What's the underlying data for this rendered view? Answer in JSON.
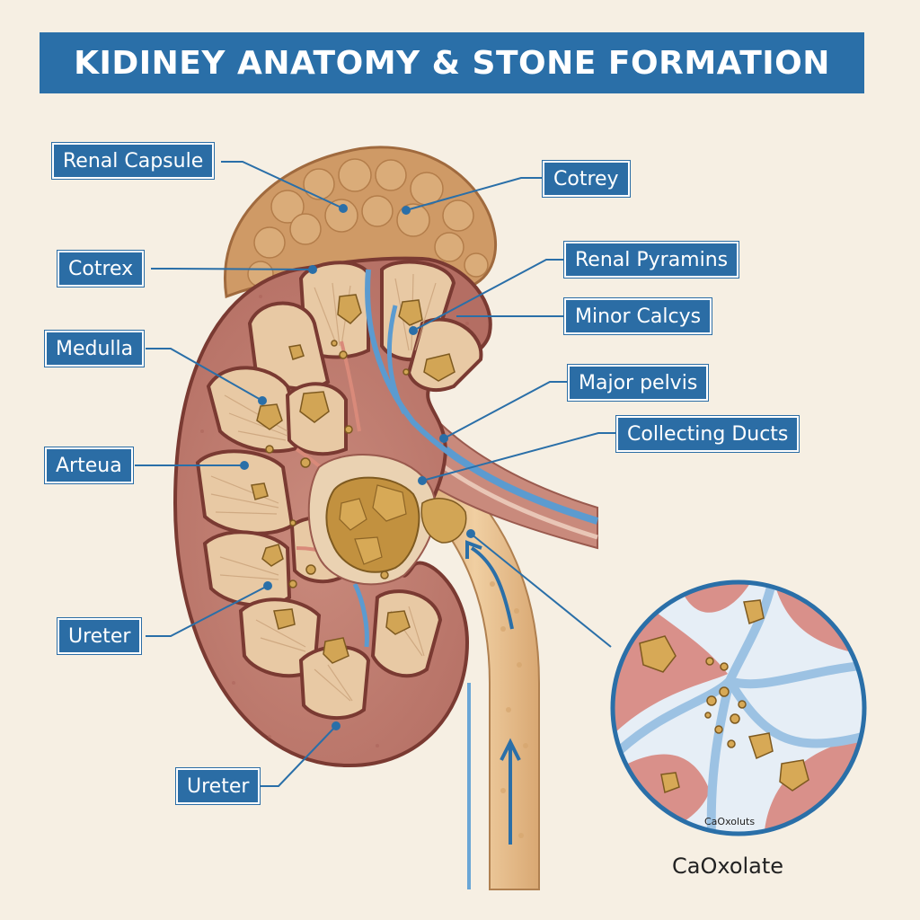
{
  "title": "KIDINEY ANATOMY & STONE FORMATION",
  "labels": {
    "renal_capsule": "Renal Capsule",
    "cotrey": "Cotrey",
    "cotrex": "Cotrex",
    "renal_pyramins": "Renal Pyramins",
    "minor_calcys": "Minor Calcys",
    "medulla": "Medulla",
    "major_pelvis": "Major pelvis",
    "collecting_ducts": "Collecting Ducts",
    "arteua": "Arteua",
    "ureter_upper": "Ureter",
    "ureter_lower": "Ureter"
  },
  "inset": {
    "small_label": "CaOxoluts",
    "caption": "CaOxolate"
  },
  "colors": {
    "label_bg": "#2b6da5",
    "title_bg": "#2a6fa8",
    "kidney_outer": "#b86a60",
    "pyramid": "#e8c9a4",
    "stone": "#c99a4a",
    "vessel": "#5b9bd0",
    "ureter": "#e7bf8c"
  },
  "icons": {
    "leader_dot": "dot-icon",
    "flow_arrow": "arrow-up-icon"
  }
}
